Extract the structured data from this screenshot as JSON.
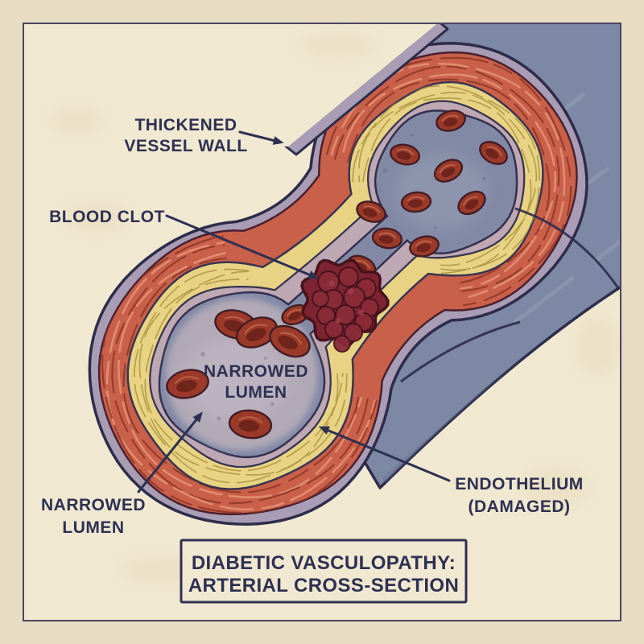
{
  "poster": {
    "title": {
      "line1": "DIABETIC VASCULOPATHY:",
      "line2": "ARTERIAL CROSS-SECTION"
    },
    "labels": {
      "thickened_wall": {
        "line1": "THICKENED",
        "line2": "VESSEL WALL"
      },
      "blood_clot": {
        "text": "BLOOD CLOT"
      },
      "narrowed_lumen_inner": {
        "line1": "NARROWED",
        "line2": "LUMEN"
      },
      "narrowed_lumen_outer": {
        "line1": "NARROWED",
        "line2": "LUMEN"
      },
      "endothelium": {
        "line1": "ENDOTHELIUM",
        "line2": "(DAMAGED)"
      }
    },
    "colors": {
      "paper": "#f1e8d1",
      "paper_outer": "#e8dcc2",
      "frame": "#4a4663",
      "ink": "#2e3052",
      "outline": "#2e2c4a",
      "vessel_exterior": "#7c88a4",
      "vessel_exterior_light": "#9ba4b9",
      "vessel_exterior_shadow": "#667191",
      "adventitia": "#a89db4",
      "media": "#c9604a",
      "media_streak_dark": "#8c3526",
      "media_streak_light": "#e59477",
      "plaque": "#e7d383",
      "plaque_streak": "#a8923f",
      "intima": "#bda8b4",
      "lumen_top": "#8289a5",
      "lumen_top_light": "#99a0b6",
      "lumen_bottom": "#b1a9b6",
      "lumen_bottom_light": "#c2bac6",
      "rbc": "#9c3a2a",
      "rbc_dark": "#6f241c",
      "rbc_outline": "#421c25",
      "rbc_highlight": "#bf6a50",
      "clot": "#7c2531",
      "clot_dark": "#47121d",
      "clot_lump": "#8a2c38",
      "clot_light": "#a5404b"
    }
  }
}
